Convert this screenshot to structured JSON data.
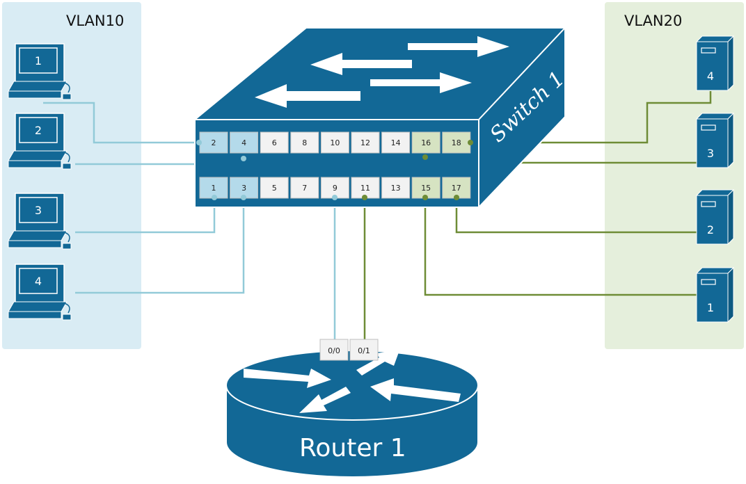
{
  "vlan10": {
    "title": "VLAN10",
    "color": "#d9ecf4",
    "link_color": "#92cad8",
    "port_fill": "#b4daea"
  },
  "vlan20": {
    "title": "VLAN20",
    "color": "#e5efdc",
    "link_color": "#6e8c36",
    "port_fill": "#d6e3c2"
  },
  "switch": {
    "label": "Switch 1",
    "color": "#126896"
  },
  "router": {
    "label": "Router 1",
    "color": "#126896",
    "ports": [
      {
        "name": "0/0",
        "vlan": "vlan10"
      },
      {
        "name": "0/1",
        "vlan": "vlan20"
      }
    ]
  },
  "switch_ports_top": [
    {
      "num": "2",
      "vlan": "vlan10"
    },
    {
      "num": "4",
      "vlan": "vlan10"
    },
    {
      "num": "6",
      "vlan": ""
    },
    {
      "num": "8",
      "vlan": ""
    },
    {
      "num": "10",
      "vlan": ""
    },
    {
      "num": "12",
      "vlan": ""
    },
    {
      "num": "14",
      "vlan": ""
    },
    {
      "num": "16",
      "vlan": "vlan20"
    },
    {
      "num": "18",
      "vlan": "vlan20"
    }
  ],
  "switch_ports_bottom": [
    {
      "num": "1",
      "vlan": "vlan10"
    },
    {
      "num": "3",
      "vlan": "vlan10"
    },
    {
      "num": "5",
      "vlan": ""
    },
    {
      "num": "7",
      "vlan": ""
    },
    {
      "num": "9",
      "vlan": ""
    },
    {
      "num": "11",
      "vlan": ""
    },
    {
      "num": "13",
      "vlan": ""
    },
    {
      "num": "15",
      "vlan": "vlan20"
    },
    {
      "num": "17",
      "vlan": "vlan20"
    }
  ],
  "pcs": [
    {
      "label": "1"
    },
    {
      "label": "2"
    },
    {
      "label": "3"
    },
    {
      "label": "4"
    }
  ],
  "servers": [
    {
      "label": "4"
    },
    {
      "label": "3"
    },
    {
      "label": "2"
    },
    {
      "label": "1"
    }
  ]
}
